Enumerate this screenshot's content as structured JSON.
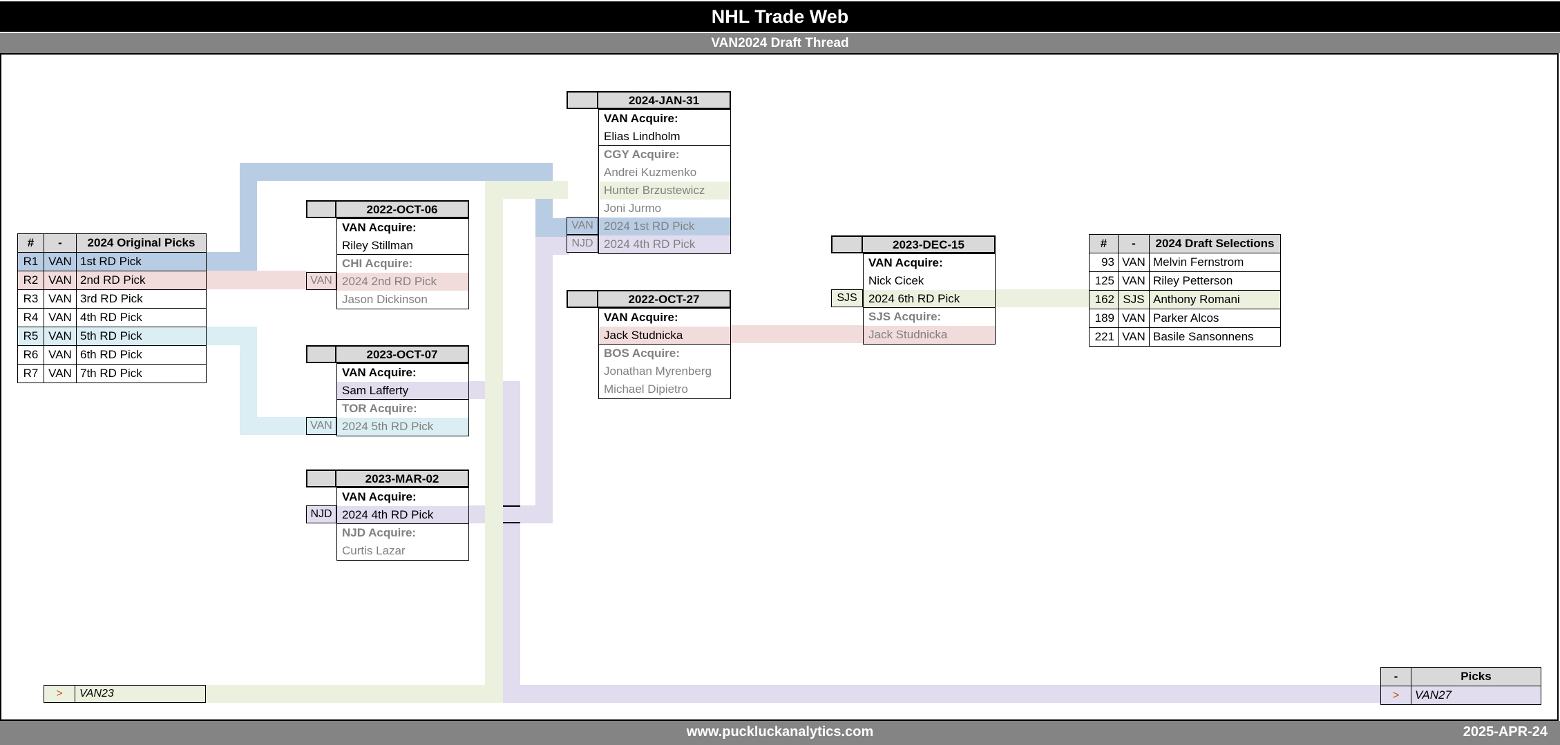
{
  "page": {
    "title": "NHL Trade Web",
    "subtitle": "VAN2024 Draft Thread",
    "footer_url": "www.puckluckanalytics.com",
    "footer_date": "2025-APR-24"
  },
  "colors": {
    "blue": "#b8cce4",
    "pink": "#f2dcdb",
    "cyan": "#daeef3",
    "lavender": "#e1dcee",
    "green": "#ebf1de",
    "header_gray": "#d9d9d9",
    "bar_gray": "#848484",
    "gray_text": "#808080",
    "arrow_orange": "#c55a11"
  },
  "original_picks": {
    "headers": [
      "#",
      "-",
      "2024 Original Picks"
    ],
    "rows": [
      {
        "num": "R1",
        "team": "VAN",
        "pick": "1st RD Pick",
        "hl": "blue"
      },
      {
        "num": "R2",
        "team": "VAN",
        "pick": "2nd RD Pick",
        "hl": "pink"
      },
      {
        "num": "R3",
        "team": "VAN",
        "pick": "3rd RD Pick",
        "hl": ""
      },
      {
        "num": "R4",
        "team": "VAN",
        "pick": "4th RD Pick",
        "hl": ""
      },
      {
        "num": "R5",
        "team": "VAN",
        "pick": "5th RD Pick",
        "hl": "cyan"
      },
      {
        "num": "R6",
        "team": "VAN",
        "pick": "6th RD Pick",
        "hl": ""
      },
      {
        "num": "R7",
        "team": "VAN",
        "pick": "7th RD Pick",
        "hl": ""
      }
    ]
  },
  "trades": {
    "oct06": {
      "date": "2022-OCT-06",
      "divider_after": 1,
      "rows": [
        {
          "text": "VAN Acquire:",
          "bold": true
        },
        {
          "text": "Riley Stillman"
        },
        {
          "text": "CHI Acquire:",
          "gb": true
        },
        {
          "text": "2024 2nd RD Pick",
          "gray": true,
          "hl": "pink",
          "side": "VAN",
          "side_gray": true
        },
        {
          "text": "Jason Dickinson",
          "gray": true
        }
      ]
    },
    "oct07": {
      "date": "2023-OCT-07",
      "divider_after": 1,
      "rows": [
        {
          "text": "VAN Acquire:",
          "bold": true
        },
        {
          "text": "Sam Lafferty",
          "hl": "lav"
        },
        {
          "text": "TOR Acquire:",
          "gb": true
        },
        {
          "text": "2024 5th RD Pick",
          "gray": true,
          "hl": "cyan",
          "side": "VAN",
          "side_gray": true
        }
      ]
    },
    "mar02": {
      "date": "2023-MAR-02",
      "divider_after": 1,
      "rows": [
        {
          "text": "VAN Acquire:",
          "bold": true
        },
        {
          "text": "2024 4th RD Pick",
          "hl": "lav",
          "side": "NJD"
        },
        {
          "text": "NJD Acquire:",
          "gb": true
        },
        {
          "text": "Curtis Lazar",
          "gray": true
        }
      ]
    },
    "jan31": {
      "date": "2024-JAN-31",
      "divider_after": 1,
      "rows": [
        {
          "text": "VAN Acquire:",
          "bold": true
        },
        {
          "text": "Elias Lindholm"
        },
        {
          "text": "CGY Acquire:",
          "gb": true
        },
        {
          "text": "Andrei Kuzmenko",
          "gray": true
        },
        {
          "text": "Hunter Brzustewicz",
          "gray": true,
          "hl": "green"
        },
        {
          "text": "Joni Jurmo",
          "gray": true
        },
        {
          "text": "2024 1st RD Pick",
          "gray": true,
          "hl": "blue",
          "side": "VAN",
          "side_gray": true
        },
        {
          "text": "2024 4th RD Pick",
          "gray": true,
          "hl": "lav",
          "side": "NJD",
          "side_gray": true
        }
      ]
    },
    "oct27": {
      "date": "2022-OCT-27",
      "divider_after": 1,
      "rows": [
        {
          "text": "VAN Acquire:",
          "bold": true
        },
        {
          "text": "Jack Studnicka",
          "hl": "pink"
        },
        {
          "text": "BOS Acquire:",
          "gb": true
        },
        {
          "text": "Jonathan Myrenberg",
          "gray": true
        },
        {
          "text": "Michael Dipietro",
          "gray": true
        }
      ]
    },
    "dec15": {
      "date": "2023-DEC-15",
      "divider_after": 2,
      "rows": [
        {
          "text": "VAN Acquire:",
          "bold": true
        },
        {
          "text": "Nick Cicek"
        },
        {
          "text": "2024 6th RD Pick",
          "hl": "green",
          "side": "SJS"
        },
        {
          "text": "SJS Acquire:",
          "gb": true
        },
        {
          "text": "Jack Studnicka",
          "gray": true,
          "hl": "pink"
        }
      ]
    }
  },
  "draft_selections": {
    "headers": [
      "#",
      "-",
      "2024 Draft Selections"
    ],
    "rows": [
      {
        "num": "93",
        "team": "VAN",
        "player": "Melvin Fernstrom",
        "hl": ""
      },
      {
        "num": "125",
        "team": "VAN",
        "player": "Riley Petterson",
        "hl": ""
      },
      {
        "num": "162",
        "team": "SJS",
        "player": "Anthony Romani",
        "hl": "green"
      },
      {
        "num": "189",
        "team": "VAN",
        "player": "Parker Alcos",
        "hl": ""
      },
      {
        "num": "221",
        "team": "VAN",
        "player": "Basile Sansonnens",
        "hl": ""
      }
    ]
  },
  "future_picks": {
    "van23": {
      "arrow": ">",
      "label": "VAN23"
    },
    "van27": {
      "headers": [
        "-",
        "Picks"
      ],
      "arrow": ">",
      "label": "VAN27"
    }
  }
}
